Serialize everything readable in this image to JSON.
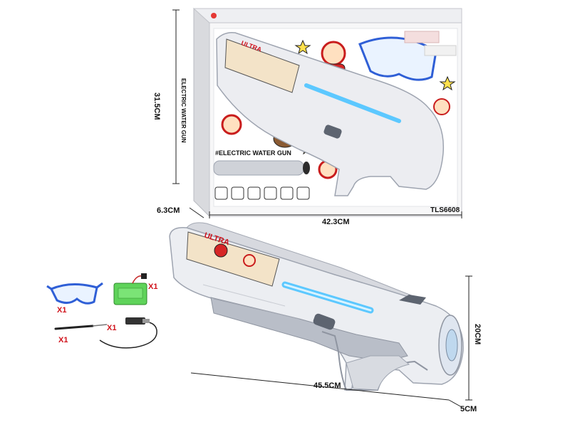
{
  "package": {
    "product_title": "#ELECTRIC WATER GUN",
    "model_code": "TLS6608",
    "side_text": "ELECTRIC WATER GUN",
    "brand_text": "ULTRA"
  },
  "dimensions": {
    "box_height": "31.5CM",
    "box_depth": "6.3CM",
    "box_width": "42.3CM",
    "gun_length": "45.5CM",
    "gun_height": "20CM",
    "gun_depth": "5CM"
  },
  "accessories": {
    "goggles_qty": "X1",
    "battery_qty": "X1",
    "screwdriver_qty": "X1",
    "charger_qty": "X1"
  },
  "gun_decal_text": "ULTRA",
  "colors": {
    "box_white": "#f7f7f8",
    "gun_body": "#e9eaee",
    "gun_grey": "#9ea4b0",
    "water_blue": "#5cc8ff",
    "battery_green": "#5fd35a",
    "goggles_blue": "#2f5fd6",
    "label_red": "#d0121b"
  }
}
